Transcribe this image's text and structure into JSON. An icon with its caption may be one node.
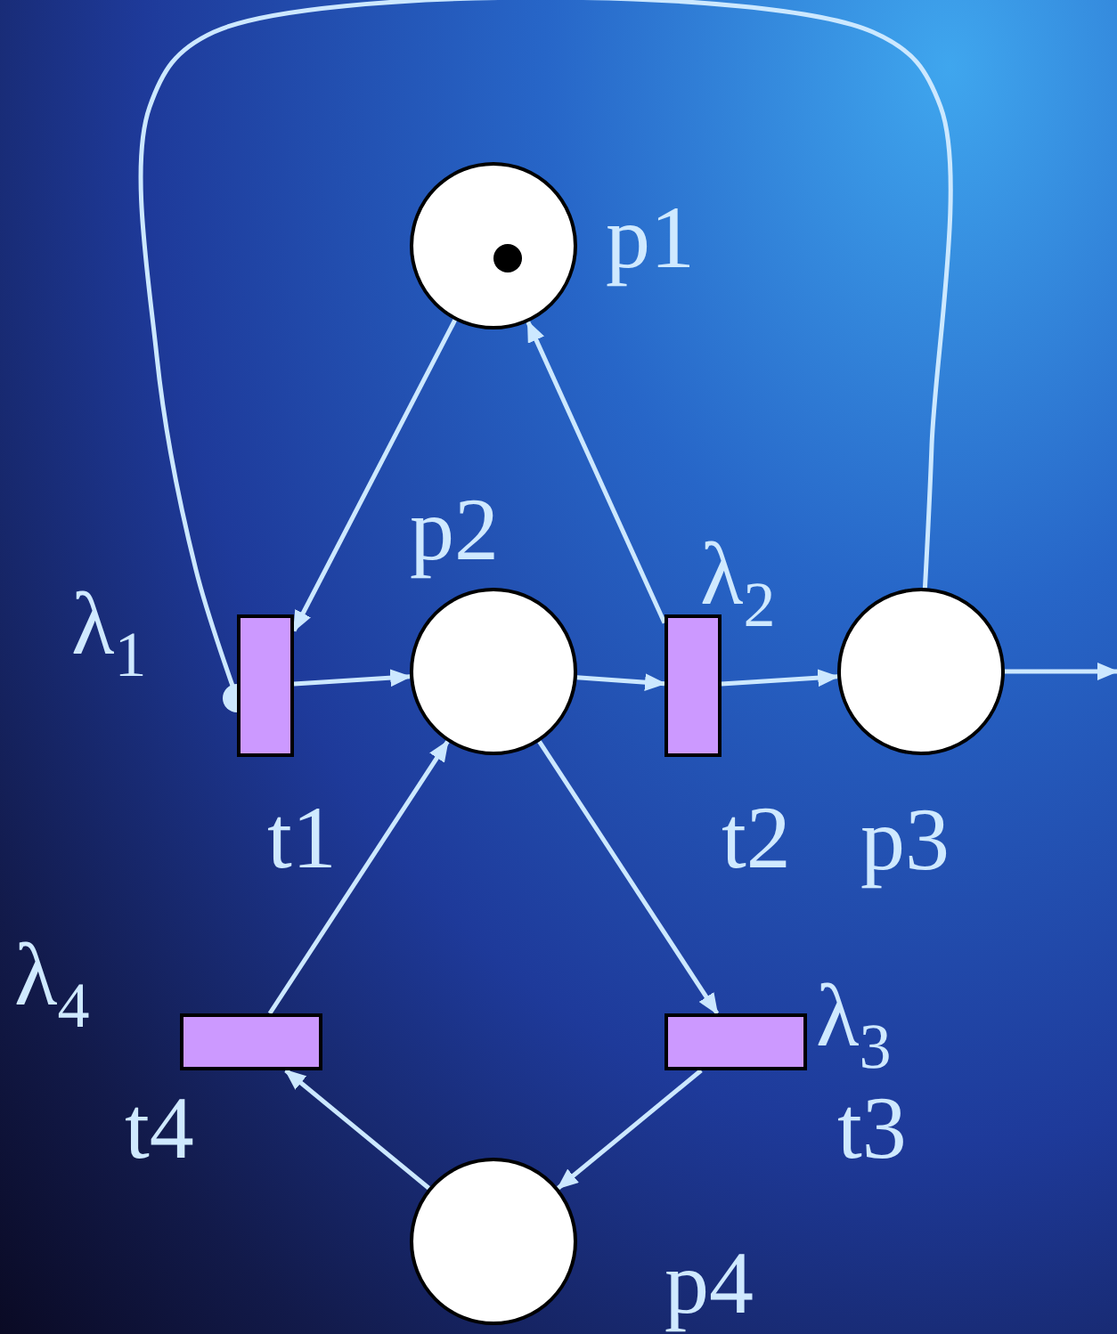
{
  "diagram": {
    "nodes": [
      {
        "text": [],
        "shape": "circle",
        "beside": [
          "p1"
        ]
      },
      {
        "text": [],
        "shape": "bar",
        "beside": [
          "λ$_{1}$",
          "t1"
        ]
      },
      {
        "text": [],
        "shape": "circle",
        "beside": [
          "p2"
        ]
      },
      {
        "text": [],
        "shape": "bar",
        "beside": [
          "λ$_{2}$",
          "t2"
        ]
      },
      {
        "text": [],
        "shape": "circle",
        "beside": [
          "p3"
        ]
      },
      {
        "text": [],
        "shape": "bar",
        "beside": [
          "λ$_{4}$",
          "t4"
        ]
      },
      {
        "text": [],
        "shape": "bar",
        "beside": [
          "λ$_{3}$",
          "t3"
        ]
      },
      {
        "text": [],
        "shape": "circle",
        "beside": [
          "p4"
        ]
      },
      {
        "text": [],
        "shape": "dot",
        "in": 0
      }
    ],
    "edges": [
      {
        "from": 0,
        "to": 1,
        "arrow": "to"
      },
      {
        "from": 1,
        "to": 2,
        "arrow": "to"
      },
      {
        "from": 2,
        "to": 3,
        "arrow": "to"
      },
      {
        "from": 3,
        "to": 0,
        "arrow": "to"
      },
      {
        "from": 3,
        "to": 4,
        "arrow": "to"
      },
      {
        "from": 4,
        "to": null,
        "arrow": "to"
      },
      {
        "from": 4,
        "to": 1,
        "arrow": "other"
      },
      {
        "from": 2,
        "to": 6,
        "arrow": "to"
      },
      {
        "from": 6,
        "to": 7,
        "arrow": "to"
      },
      {
        "from": 7,
        "to": 5,
        "arrow": "to"
      },
      {
        "from": 5,
        "to": 2,
        "arrow": "to"
      }
    ]
  }
}
